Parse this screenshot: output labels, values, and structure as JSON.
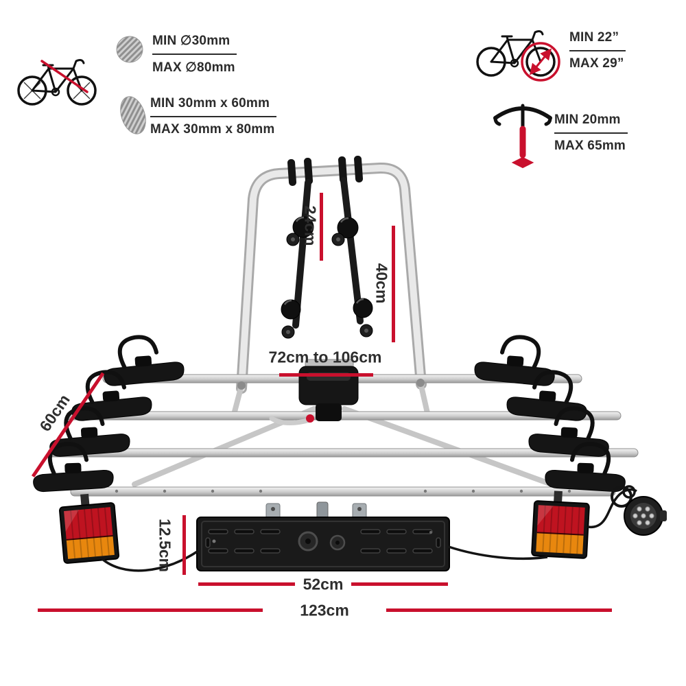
{
  "colors": {
    "accent_red": "#c9102d",
    "text": "#2b2b2b"
  },
  "spec_groups": {
    "clamp_diameter": {
      "min": "MIN ∅30mm",
      "max": "MAX ∅80mm"
    },
    "clamp_oval": {
      "min": "MIN  30mm x 60mm",
      "max": "MAX 30mm x 80mm"
    },
    "wheel_size": {
      "min": "MIN 22”",
      "max": "MAX 29”"
    },
    "tyre_width": {
      "min": "MIN  20mm",
      "max": "MAX 65mm"
    }
  },
  "dimensions": {
    "arm_drop": "24cm",
    "upright_height": "40cm",
    "crossbar_range": "72cm to 106cm",
    "platform_depth": "60cm",
    "plate_height": "12.5cm",
    "plate_width": "52cm",
    "overall_width": "123cm"
  }
}
